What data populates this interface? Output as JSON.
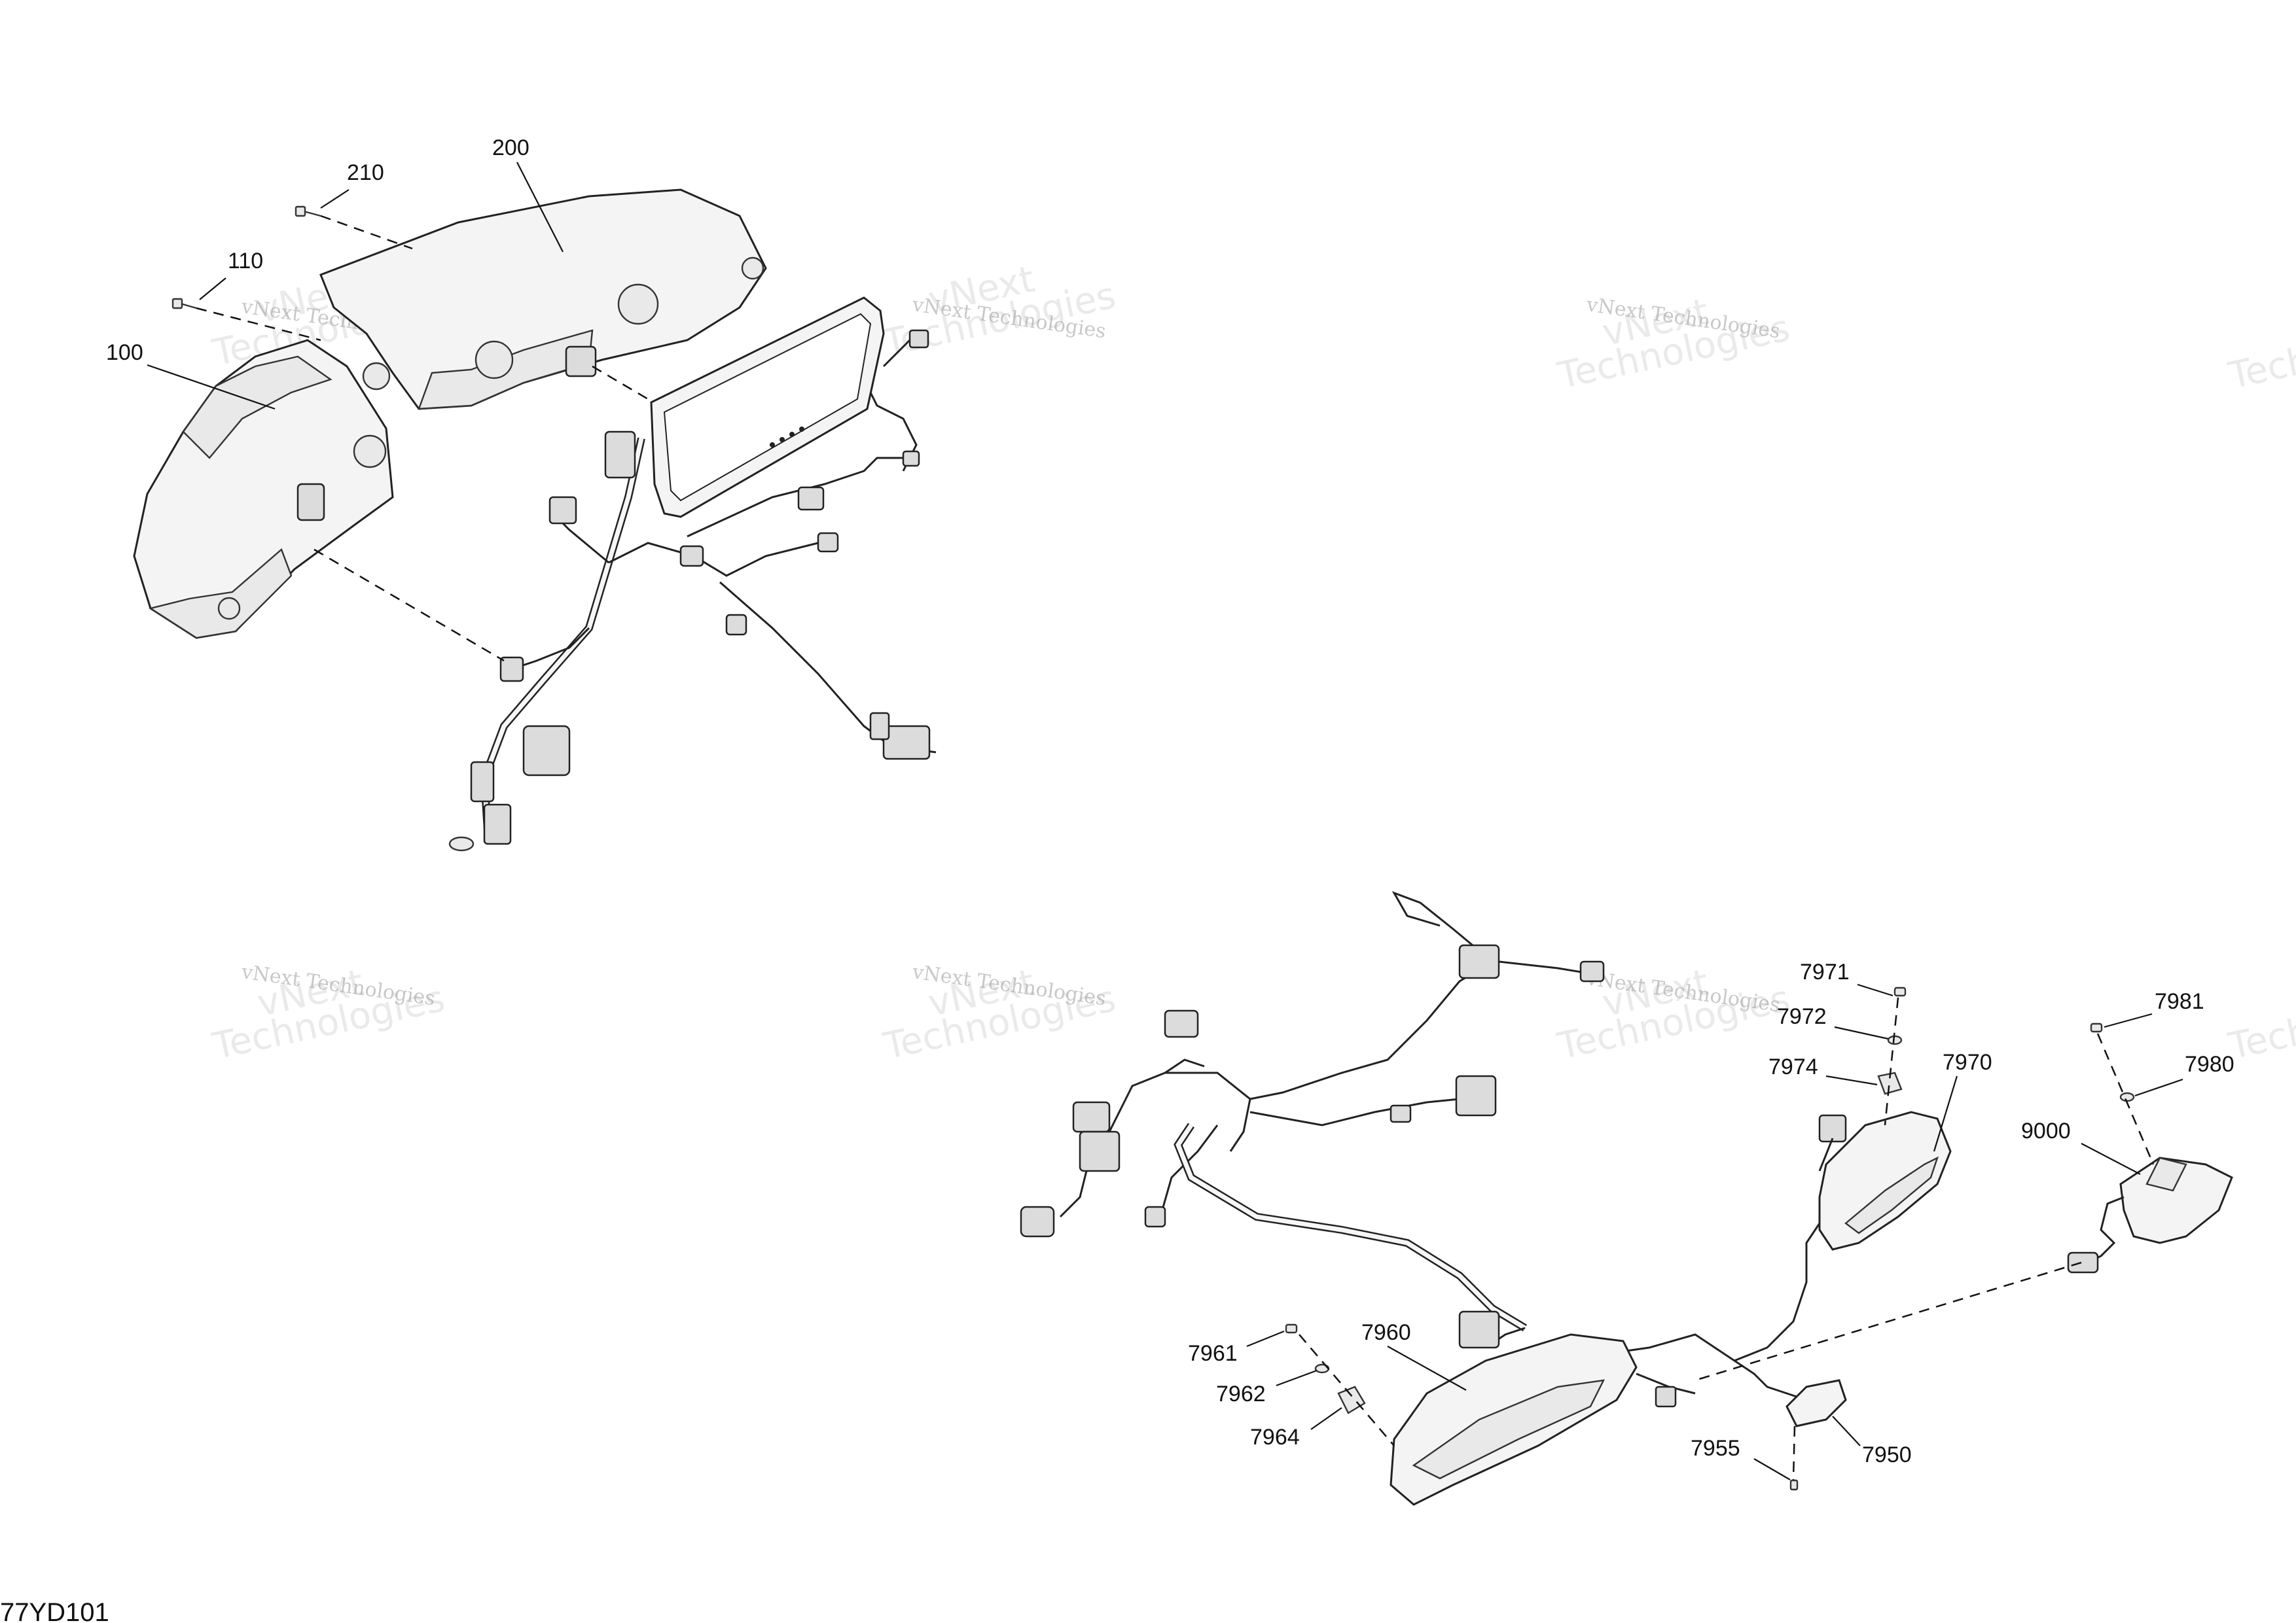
{
  "diagram_code": "77YD101",
  "watermark": {
    "line1": "vNext Technologies",
    "top": "vNext",
    "bottom": "Technologies"
  },
  "callouts": {
    "c100": "100",
    "c110": "110",
    "c200": "200",
    "c210": "210",
    "c7950": "7950",
    "c7955": "7955",
    "c7960": "7960",
    "c7961": "7961",
    "c7962": "7962",
    "c7964": "7964",
    "c7970": "7970",
    "c7971": "7971",
    "c7972": "7972",
    "c7974": "7974",
    "c7980": "7980",
    "c7981": "7981",
    "c9000": "9000"
  }
}
